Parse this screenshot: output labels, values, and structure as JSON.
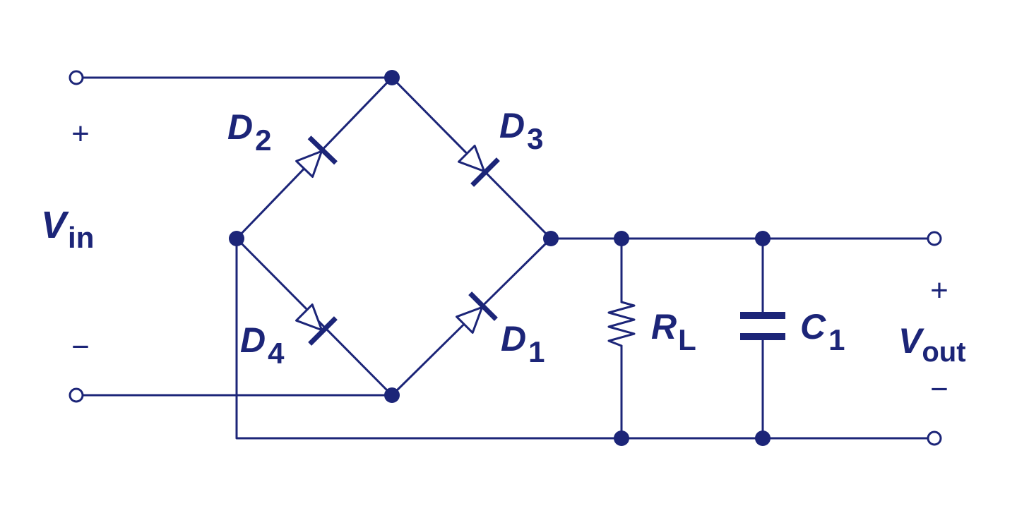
{
  "diagram": {
    "components": {
      "d1": {
        "letter": "D",
        "sub": "1"
      },
      "d2": {
        "letter": "D",
        "sub": "2"
      },
      "d3": {
        "letter": "D",
        "sub": "3"
      },
      "d4": {
        "letter": "D",
        "sub": "4"
      },
      "rl": {
        "letter": "R",
        "sub": "L"
      },
      "c1": {
        "letter": "C",
        "sub": "1"
      }
    },
    "input": {
      "letter": "V",
      "sub": "in",
      "plus": "+",
      "minus": "−"
    },
    "output": {
      "letter": "V",
      "sub": "out",
      "plus": "+",
      "minus": "−"
    }
  },
  "colors": {
    "ink": "#1c2578",
    "background": "#ffffff"
  }
}
